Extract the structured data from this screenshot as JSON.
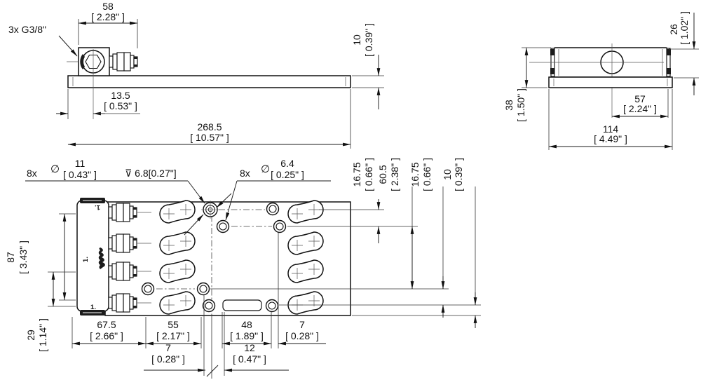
{
  "callouts": {
    "ports": "3x G3/8\"",
    "cb": {
      "qty": "8x",
      "dia": "∅",
      "mm": "11",
      "in": "[ 0.43\" ]",
      "depth": "⊽ 6.8[0.27\"]"
    },
    "th": {
      "qty": "8x",
      "dia": "∅",
      "mm": "6.4",
      "in": "[ 0.25\" ]"
    },
    "port_marks": {
      "top": "1.",
      "mid": "1.",
      "bottom": "1."
    }
  },
  "side_view": {
    "fitting_span": {
      "mm": "58",
      "in": "[ 2.28\" ]"
    },
    "port_offset": {
      "mm": "13.5",
      "in": "[ 0.53\" ]"
    },
    "overall_length": {
      "mm": "268.5",
      "in": "[ 10.57\" ]"
    },
    "plate_thickness": {
      "mm": "10",
      "in": "[ 0.39\" ]"
    }
  },
  "end_view": {
    "body_height": {
      "mm": "26",
      "in": "[ 1.02\" ]"
    },
    "overall_height": {
      "mm": "38",
      "in": "[ 1.50\" ]"
    },
    "hole_to_edge": {
      "mm": "57",
      "in": "[ 2.24\" ]"
    },
    "overall_width": {
      "mm": "114",
      "in": "[ 4.49\" ]"
    }
  },
  "plan_view": {
    "row_gap_top": {
      "mm": "16.75",
      "in": "[ 0.66\" ]"
    },
    "row_span_middle": {
      "mm": "60.5",
      "in": "[ 2.38\" ]"
    },
    "row_gap_bottom": {
      "mm": "16.75",
      "in": "[ 0.66\" ]"
    },
    "edge_gap": {
      "mm": "10",
      "in": "[ 0.39\" ]"
    },
    "height_overall": {
      "mm": "87",
      "in": "[ 3.43\" ]"
    },
    "height_lower": {
      "mm": "29",
      "in": "[ 1.14\" ]"
    },
    "seg_1": {
      "mm": "67.5",
      "in": "[ 2.66\" ]"
    },
    "seg_2": {
      "mm": "55",
      "in": "[ 2.17\" ]"
    },
    "seg_3": {
      "mm": "48",
      "in": "[ 1.89\" ]"
    },
    "seg_4": {
      "mm": "7",
      "in": "[ 0.28\" ]"
    },
    "offset_a": {
      "mm": "7",
      "in": "[ 0.28\" ]"
    },
    "offset_b": {
      "mm": "12",
      "in": "[ 0.47\" ]"
    }
  },
  "colors": {
    "line": "#111111",
    "thin": "#444444",
    "background": "#ffffff"
  }
}
